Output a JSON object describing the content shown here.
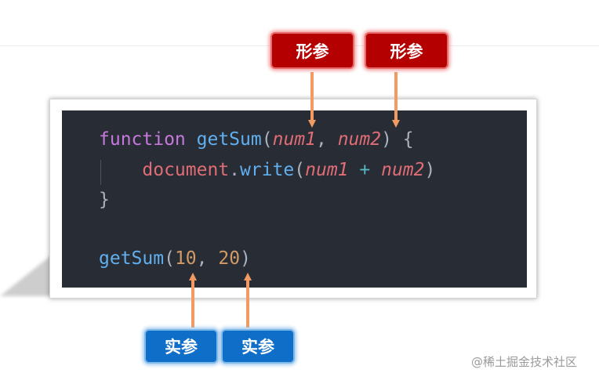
{
  "labels": {
    "param_left": "形参",
    "param_right": "形参",
    "arg_left": "实参",
    "arg_right": "实参"
  },
  "code": {
    "line1": {
      "kw": "function",
      "sp1": " ",
      "fn": "getSum",
      "open": "(",
      "p1": "num1",
      "comma": ", ",
      "p2": "num2",
      "close": ") {"
    },
    "line2": {
      "indent": "    ",
      "obj": "document",
      "dot": ".",
      "method": "write",
      "open": "(",
      "a": "num1",
      "sp1": " ",
      "op": "+",
      "sp2": " ",
      "b": "num2",
      "close": ")"
    },
    "line3": {
      "brace": "}"
    },
    "line4": {
      "fn": "getSum",
      "open": "(",
      "n1": "10",
      "comma": ", ",
      "n2": "20",
      "close": ")"
    }
  },
  "watermark": "@稀土掘金技术社区",
  "colors": {
    "code_background": "#282c34",
    "keyword": "#c678dd",
    "function_name": "#61afef",
    "parameter": "#e06c75",
    "number": "#d19a66",
    "operator": "#56b6c2",
    "punctuation": "#abb2bf",
    "param_label_bg": "#b40000",
    "arg_label_bg": "#0f6ec8",
    "arrow": "#f39a63"
  }
}
